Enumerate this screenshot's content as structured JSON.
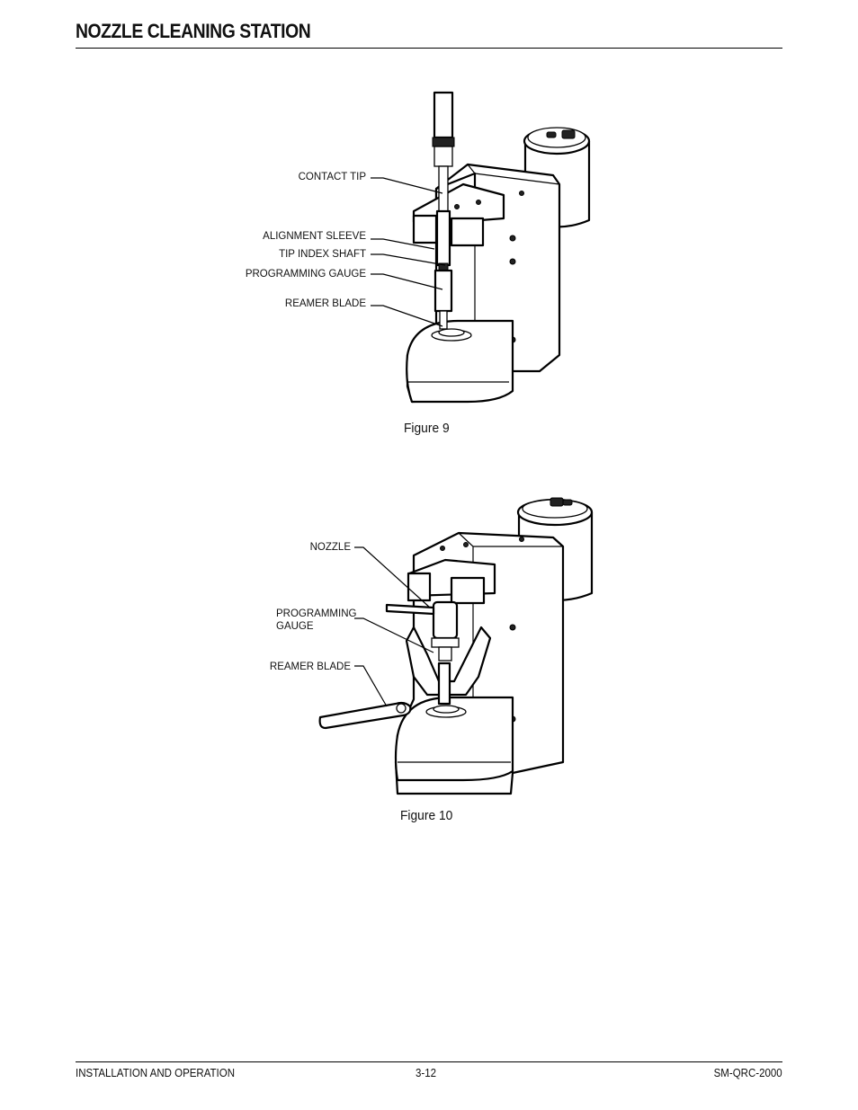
{
  "header": {
    "title": "NOZZLE CLEANING STATION"
  },
  "figure9": {
    "caption": "Figure 9",
    "labels": {
      "contact_tip": "CONTACT TIP",
      "alignment_sleeve": "ALIGNMENT SLEEVE",
      "tip_index_shaft": "TIP INDEX SHAFT",
      "programming_gauge": "PROGRAMMING GAUGE",
      "reamer_blade": "REAMER BLADE"
    }
  },
  "figure10": {
    "caption": "Figure 10",
    "labels": {
      "nozzle": "NOZZLE",
      "programming_gauge_line1": "PROGRAMMING",
      "programming_gauge_line2": "GAUGE",
      "reamer_blade": "REAMER BLADE"
    }
  },
  "footer": {
    "section": "INSTALLATION AND OPERATION",
    "page_number": "3-12",
    "doc_id": "SM-QRC-2000"
  }
}
